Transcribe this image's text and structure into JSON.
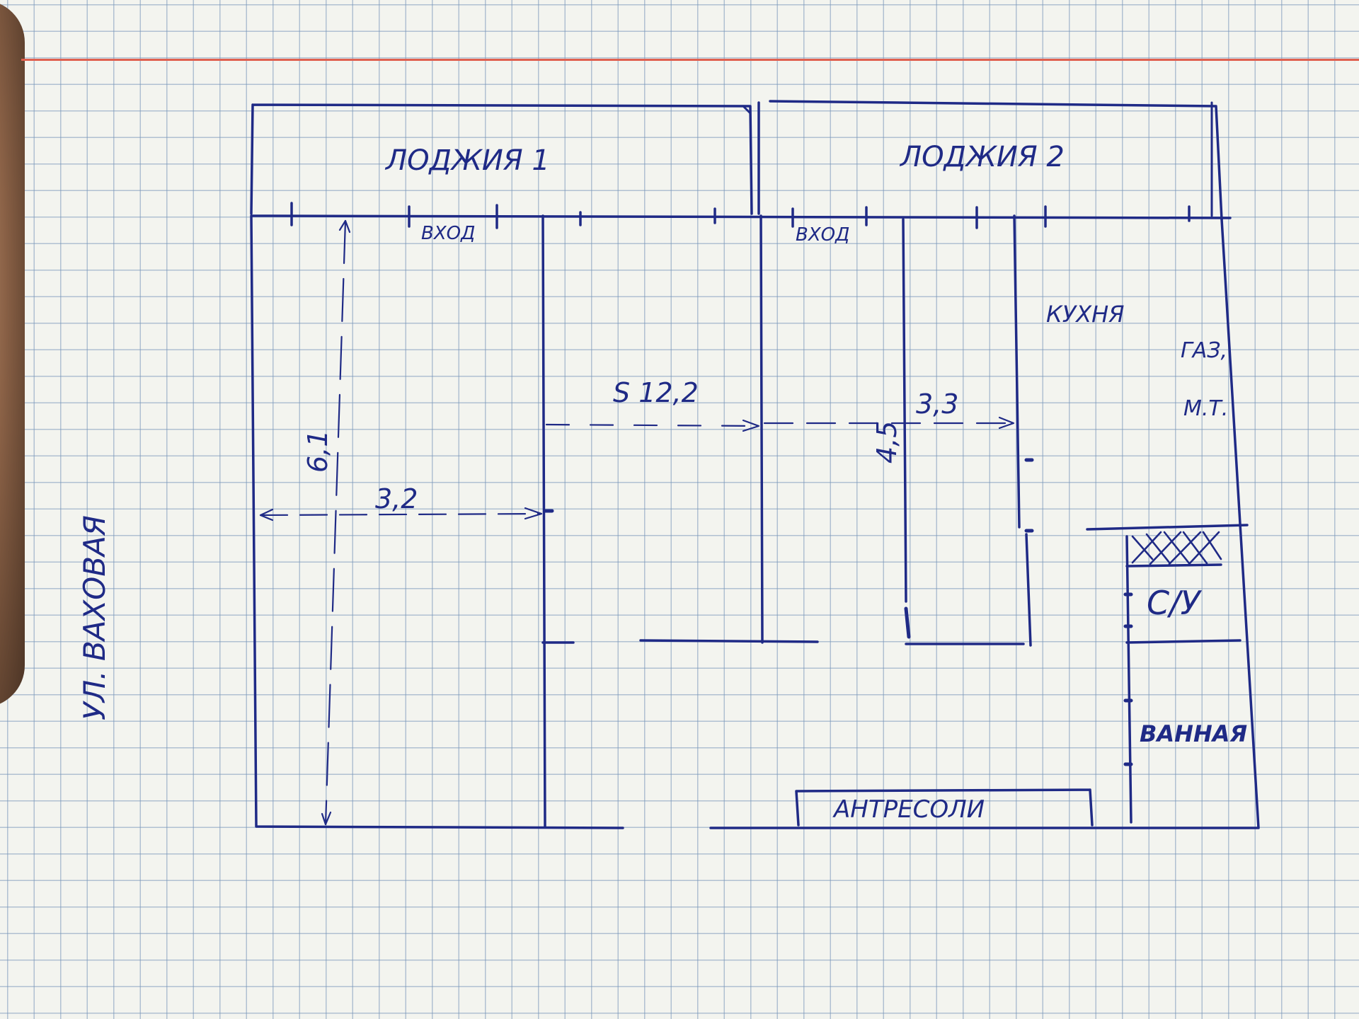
{
  "rooms": {
    "loggia_1": "ЛОДЖИЯ 1",
    "loggia_2": "ЛОДЖИЯ 2",
    "entrance_1": "ВХОД",
    "entrance_2": "ВХОД",
    "kitchen": "КУХНЯ",
    "gas": "ГАЗ,",
    "mt": "М.Т.",
    "wc": "С/У",
    "bathroom": "ВАННАЯ",
    "mezzanine": "АНТРЕСОЛИ"
  },
  "dimensions": {
    "height_left": "6,1",
    "width_left": "3,2",
    "area_middle": "S 12,2",
    "height_right": "4,5",
    "width_right": "3,3"
  },
  "street": "УЛ. ВАХОВАЯ",
  "colors": {
    "ink": "#1f2a86",
    "grid": "#7896b9",
    "margin_line": "#e0604f",
    "paper": "#f3f4ef"
  }
}
